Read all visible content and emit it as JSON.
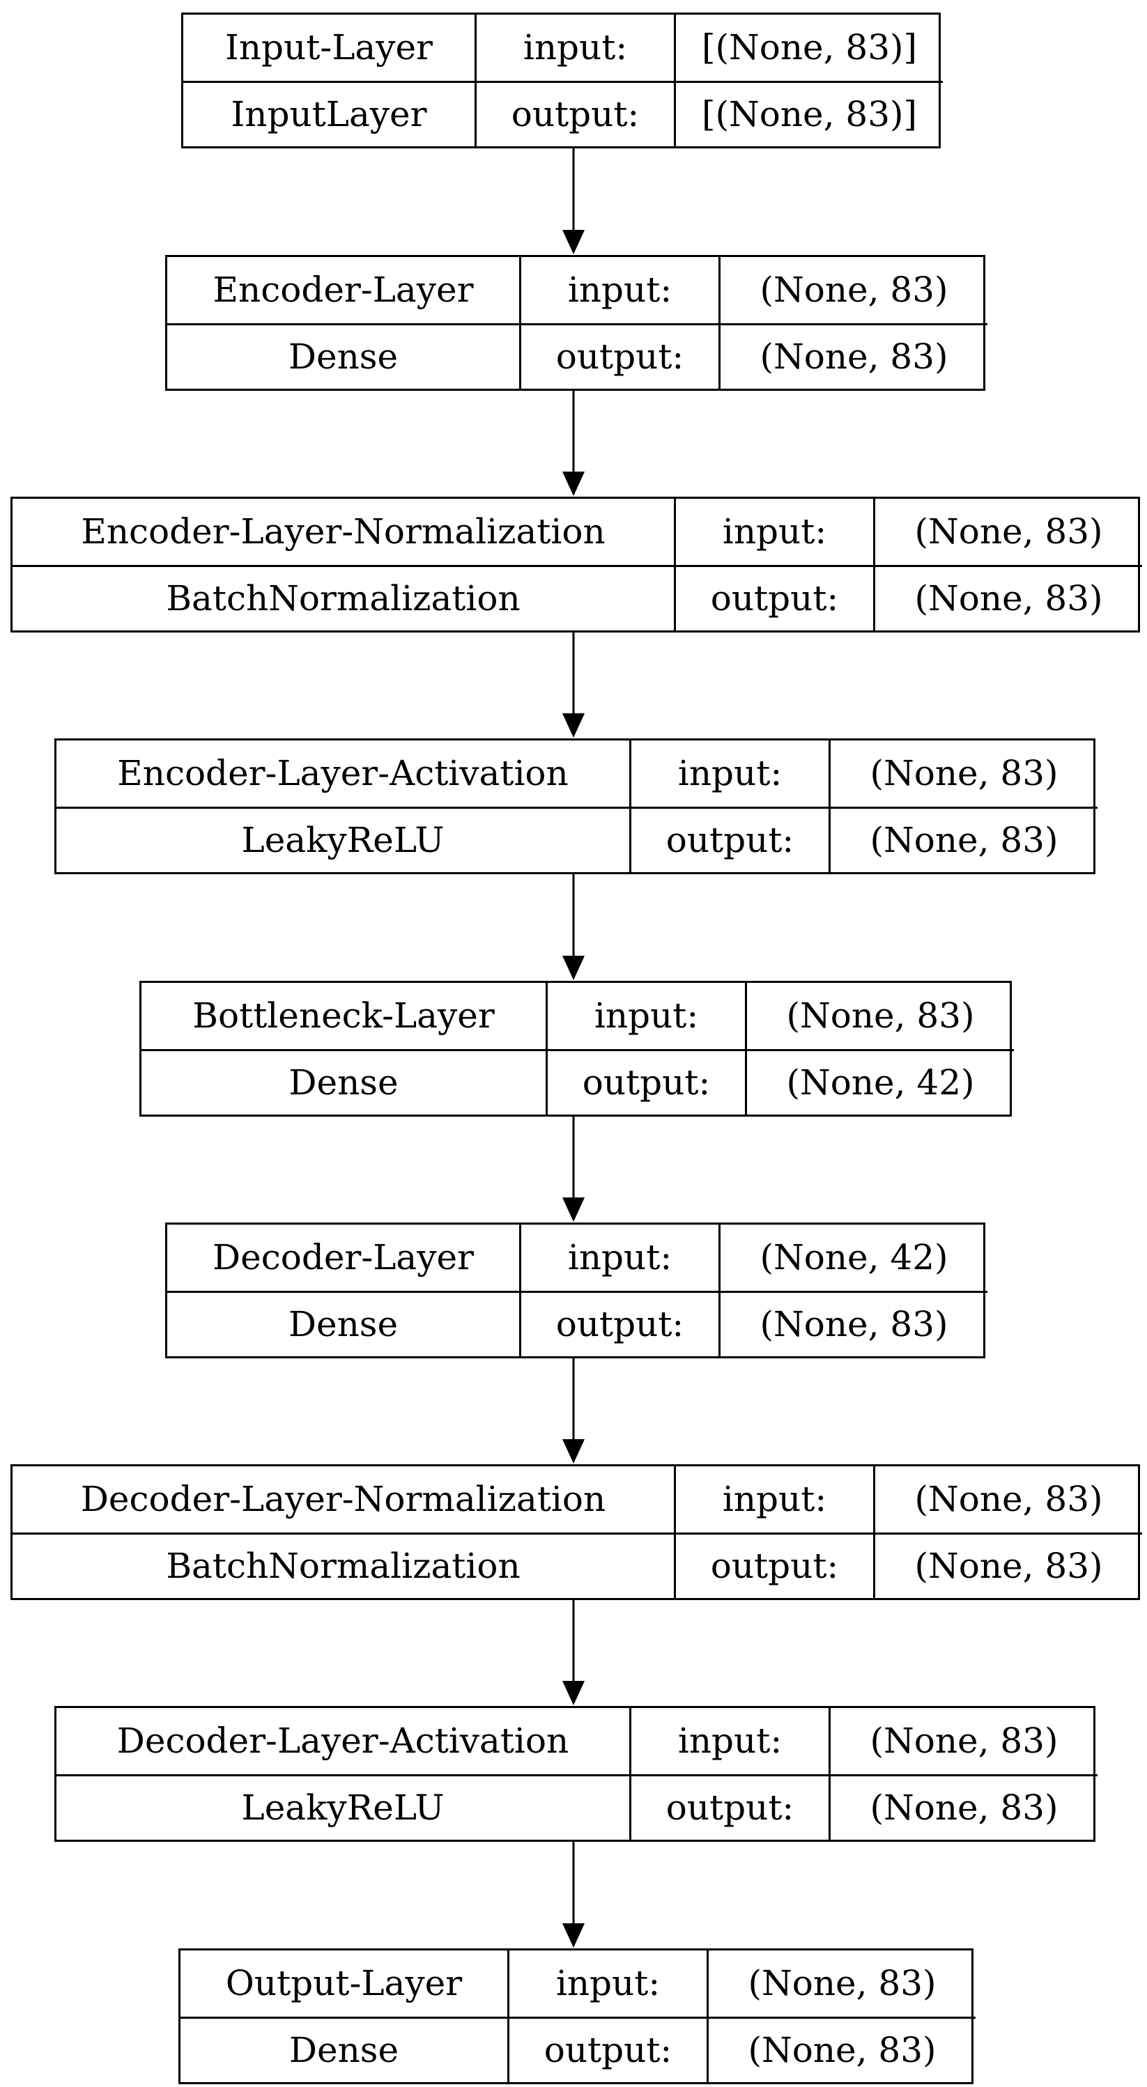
{
  "diagram": {
    "type": "model-graph",
    "labels": {
      "input": "input:",
      "output": "output:"
    },
    "nodes": [
      {
        "id": "n0",
        "name": "Input-Layer",
        "class": "InputLayer",
        "input_shape": "[(None, 83)]",
        "output_shape": "[(None, 83)]"
      },
      {
        "id": "n1",
        "name": "Encoder-Layer",
        "class": "Dense",
        "input_shape": "(None, 83)",
        "output_shape": "(None, 83)"
      },
      {
        "id": "n2",
        "name": "Encoder-Layer-Normalization",
        "class": "BatchNormalization",
        "input_shape": "(None, 83)",
        "output_shape": "(None, 83)"
      },
      {
        "id": "n3",
        "name": "Encoder-Layer-Activation",
        "class": "LeakyReLU",
        "input_shape": "(None, 83)",
        "output_shape": "(None, 83)"
      },
      {
        "id": "n4",
        "name": "Bottleneck-Layer",
        "class": "Dense",
        "input_shape": "(None, 83)",
        "output_shape": "(None, 42)"
      },
      {
        "id": "n5",
        "name": "Decoder-Layer",
        "class": "Dense",
        "input_shape": "(None, 42)",
        "output_shape": "(None, 83)"
      },
      {
        "id": "n6",
        "name": "Decoder-Layer-Normalization",
        "class": "BatchNormalization",
        "input_shape": "(None, 83)",
        "output_shape": "(None, 83)"
      },
      {
        "id": "n7",
        "name": "Decoder-Layer-Activation",
        "class": "LeakyReLU",
        "input_shape": "(None, 83)",
        "output_shape": "(None, 83)"
      },
      {
        "id": "n8",
        "name": "Output-Layer",
        "class": "Dense",
        "input_shape": "(None, 83)",
        "output_shape": "(None, 83)"
      }
    ],
    "edges": [
      {
        "from": "n0",
        "to": "n1"
      },
      {
        "from": "n1",
        "to": "n2"
      },
      {
        "from": "n2",
        "to": "n3"
      },
      {
        "from": "n3",
        "to": "n4"
      },
      {
        "from": "n4",
        "to": "n5"
      },
      {
        "from": "n5",
        "to": "n6"
      },
      {
        "from": "n6",
        "to": "n7"
      },
      {
        "from": "n7",
        "to": "n8"
      }
    ]
  }
}
